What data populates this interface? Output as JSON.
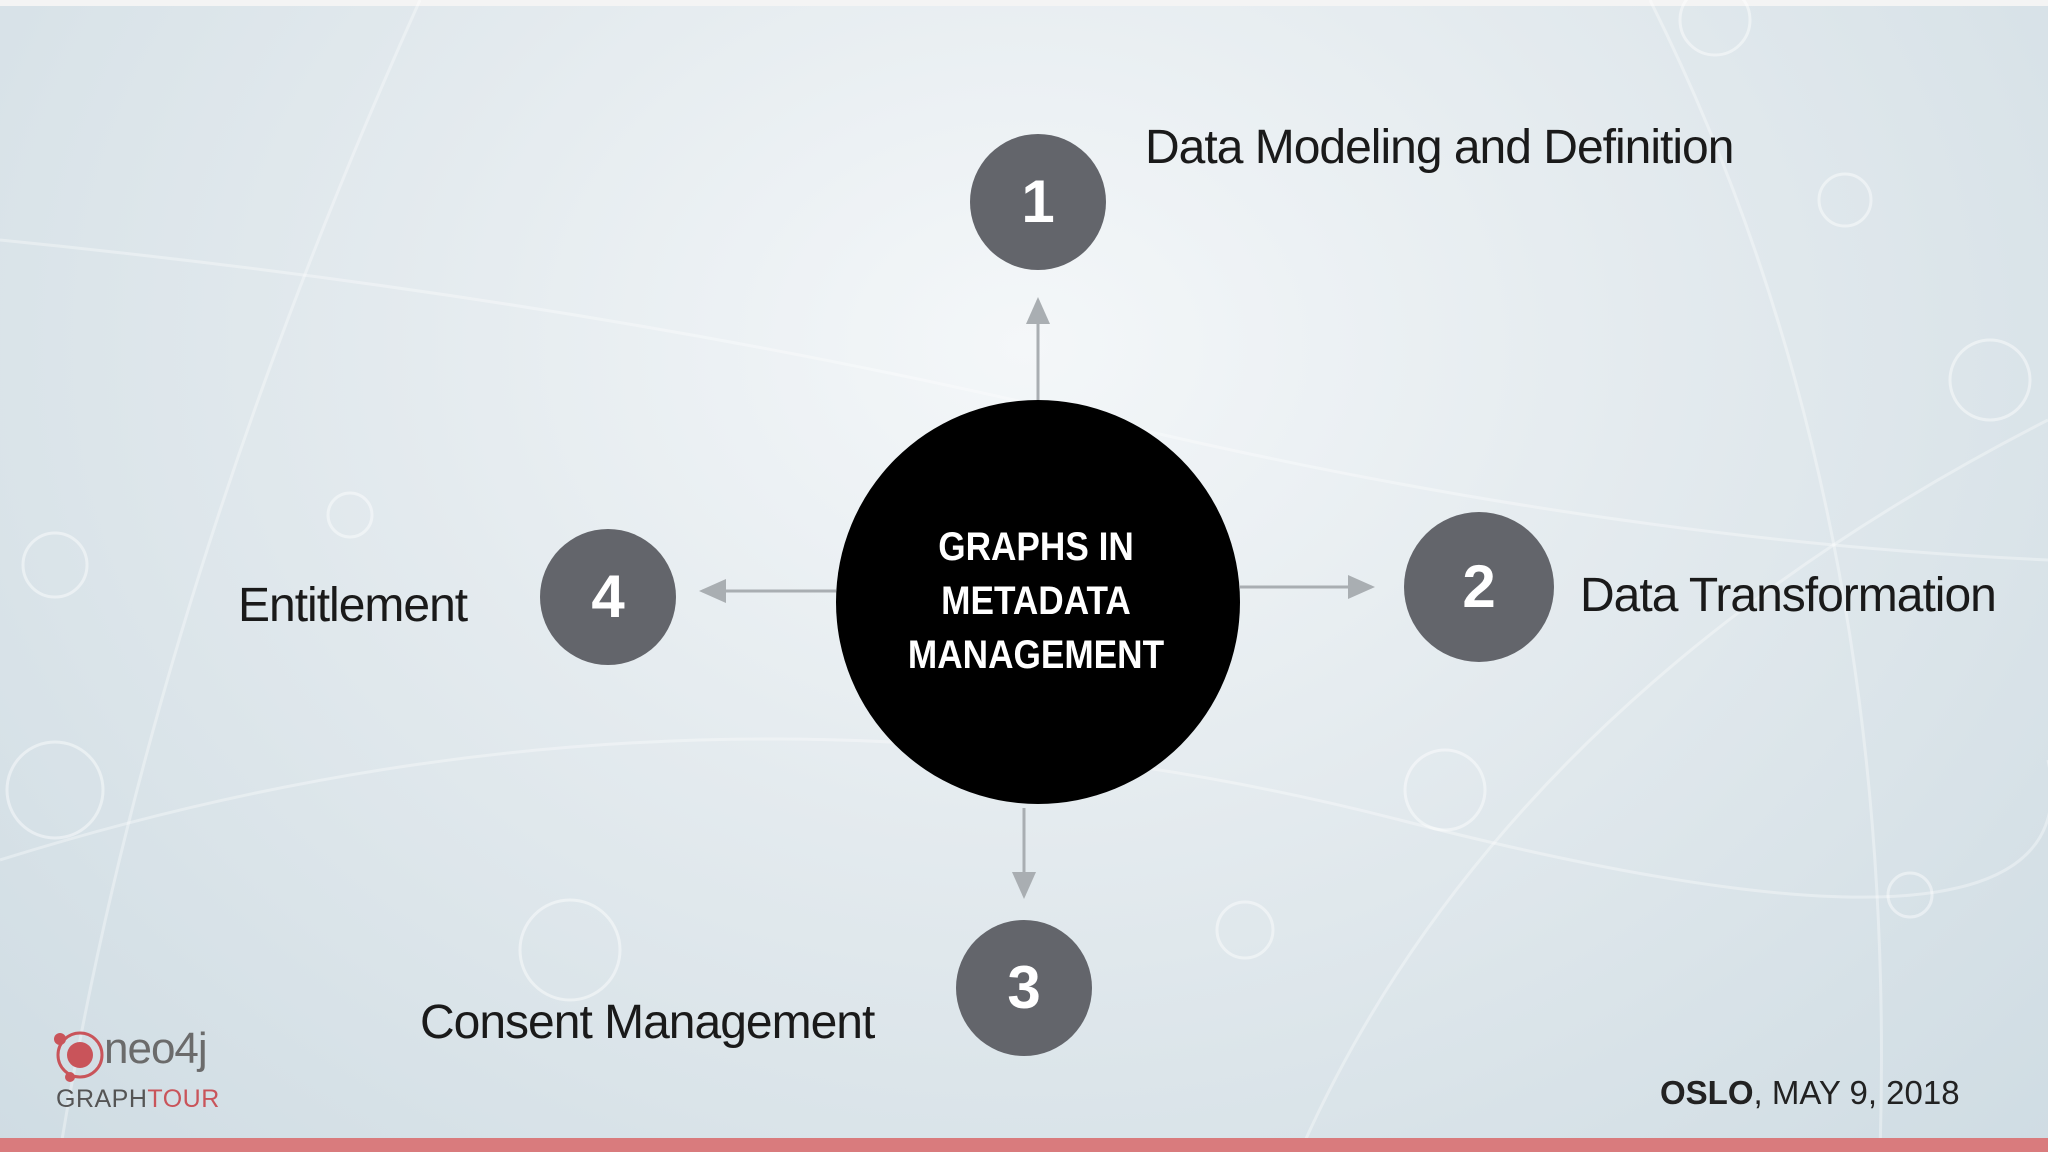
{
  "center": {
    "lines": [
      "GRAPHS IN",
      "METADATA",
      "MANAGEMENT"
    ]
  },
  "nodes": [
    {
      "number": "1",
      "label": "Data Modeling and Definition"
    },
    {
      "number": "2",
      "label": "Data Transformation"
    },
    {
      "number": "3",
      "label": "Consent Management"
    },
    {
      "number": "4",
      "label": "Entitlement"
    }
  ],
  "logo": {
    "brand": "neo4j",
    "sub_a": "GRAPH",
    "sub_b": "TOUR"
  },
  "footer": {
    "city": "OSLO",
    "date": ", MAY 9, 2018"
  },
  "colors": {
    "center_circle": "#000000",
    "number_circle": "#63656b",
    "arrow": "#a9aeb2",
    "bottom_bar": "#d97b7d",
    "logo_accent": "#c9545a"
  }
}
